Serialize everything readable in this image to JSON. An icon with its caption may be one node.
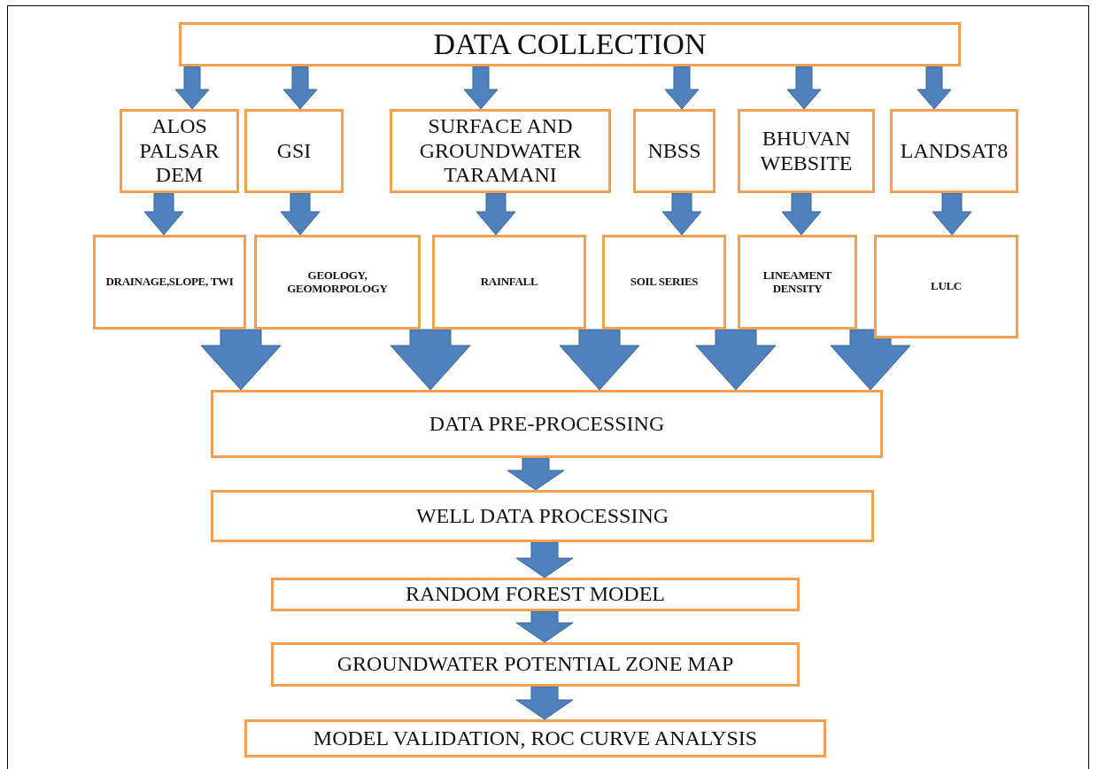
{
  "diagram": {
    "nodes": [
      {
        "text": [
          "DATA COLLECTION"
        ]
      },
      {
        "text": [
          "ALOS PALSAR DEM"
        ]
      },
      {
        "text": [
          "GSI"
        ]
      },
      {
        "text": [
          "SURFACE AND GROUNDWATER TARAMANI"
        ]
      },
      {
        "text": [
          "NBSS"
        ]
      },
      {
        "text": [
          "BHUVAN WEBSITE"
        ]
      },
      {
        "text": [
          "LANDSAT8"
        ]
      },
      {
        "text": [
          "DRAINAGE,SLOPE, TWI"
        ]
      },
      {
        "text": [
          "GEOLOGY, GEOMORPOLOGY"
        ]
      },
      {
        "text": [
          "RAINFALL"
        ]
      },
      {
        "text": [
          "SOIL SERIES"
        ]
      },
      {
        "text": [
          "LINEAMENT DENSITY"
        ]
      },
      {
        "text": [
          "LULC"
        ]
      },
      {
        "text": [
          "DATA PRE-PROCESSING"
        ]
      },
      {
        "text": [
          "WELL DATA PROCESSING"
        ]
      },
      {
        "text": [
          "RANDOM FOREST MODEL"
        ]
      },
      {
        "text": [
          "GROUNDWATER POTENTIAL ZONE MAP"
        ]
      },
      {
        "text": [
          "MODEL VALIDATION, ROC CURVE ANALYSIS"
        ]
      }
    ],
    "edges": [
      {
        "from": 0,
        "to": 1,
        "arrow": "to"
      },
      {
        "from": 0,
        "to": 2,
        "arrow": "to"
      },
      {
        "from": 0,
        "to": 3,
        "arrow": "to"
      },
      {
        "from": 0,
        "to": 4,
        "arrow": "to"
      },
      {
        "from": 0,
        "to": 5,
        "arrow": "to"
      },
      {
        "from": 0,
        "to": 6,
        "arrow": "to"
      },
      {
        "from": 1,
        "to": 7,
        "arrow": "to"
      },
      {
        "from": 2,
        "to": 8,
        "arrow": "to"
      },
      {
        "from": 3,
        "to": 9,
        "arrow": "to"
      },
      {
        "from": 4,
        "to": 10,
        "arrow": "to"
      },
      {
        "from": 5,
        "to": 11,
        "arrow": "to"
      },
      {
        "from": 6,
        "to": 12,
        "arrow": "to"
      },
      {
        "from": 7,
        "to": 13,
        "arrow": "to"
      },
      {
        "from": 8,
        "to": 13,
        "arrow": "to"
      },
      {
        "from": 9,
        "to": 13,
        "arrow": "to"
      },
      {
        "from": 10,
        "to": 13,
        "arrow": "to"
      },
      {
        "from": 11,
        "to": 13,
        "arrow": "to"
      },
      {
        "from": 13,
        "to": 14,
        "arrow": "to"
      },
      {
        "from": 14,
        "to": 15,
        "arrow": "to"
      },
      {
        "from": 15,
        "to": 16,
        "arrow": "to"
      },
      {
        "from": 16,
        "to": 17,
        "arrow": "to"
      }
    ]
  }
}
